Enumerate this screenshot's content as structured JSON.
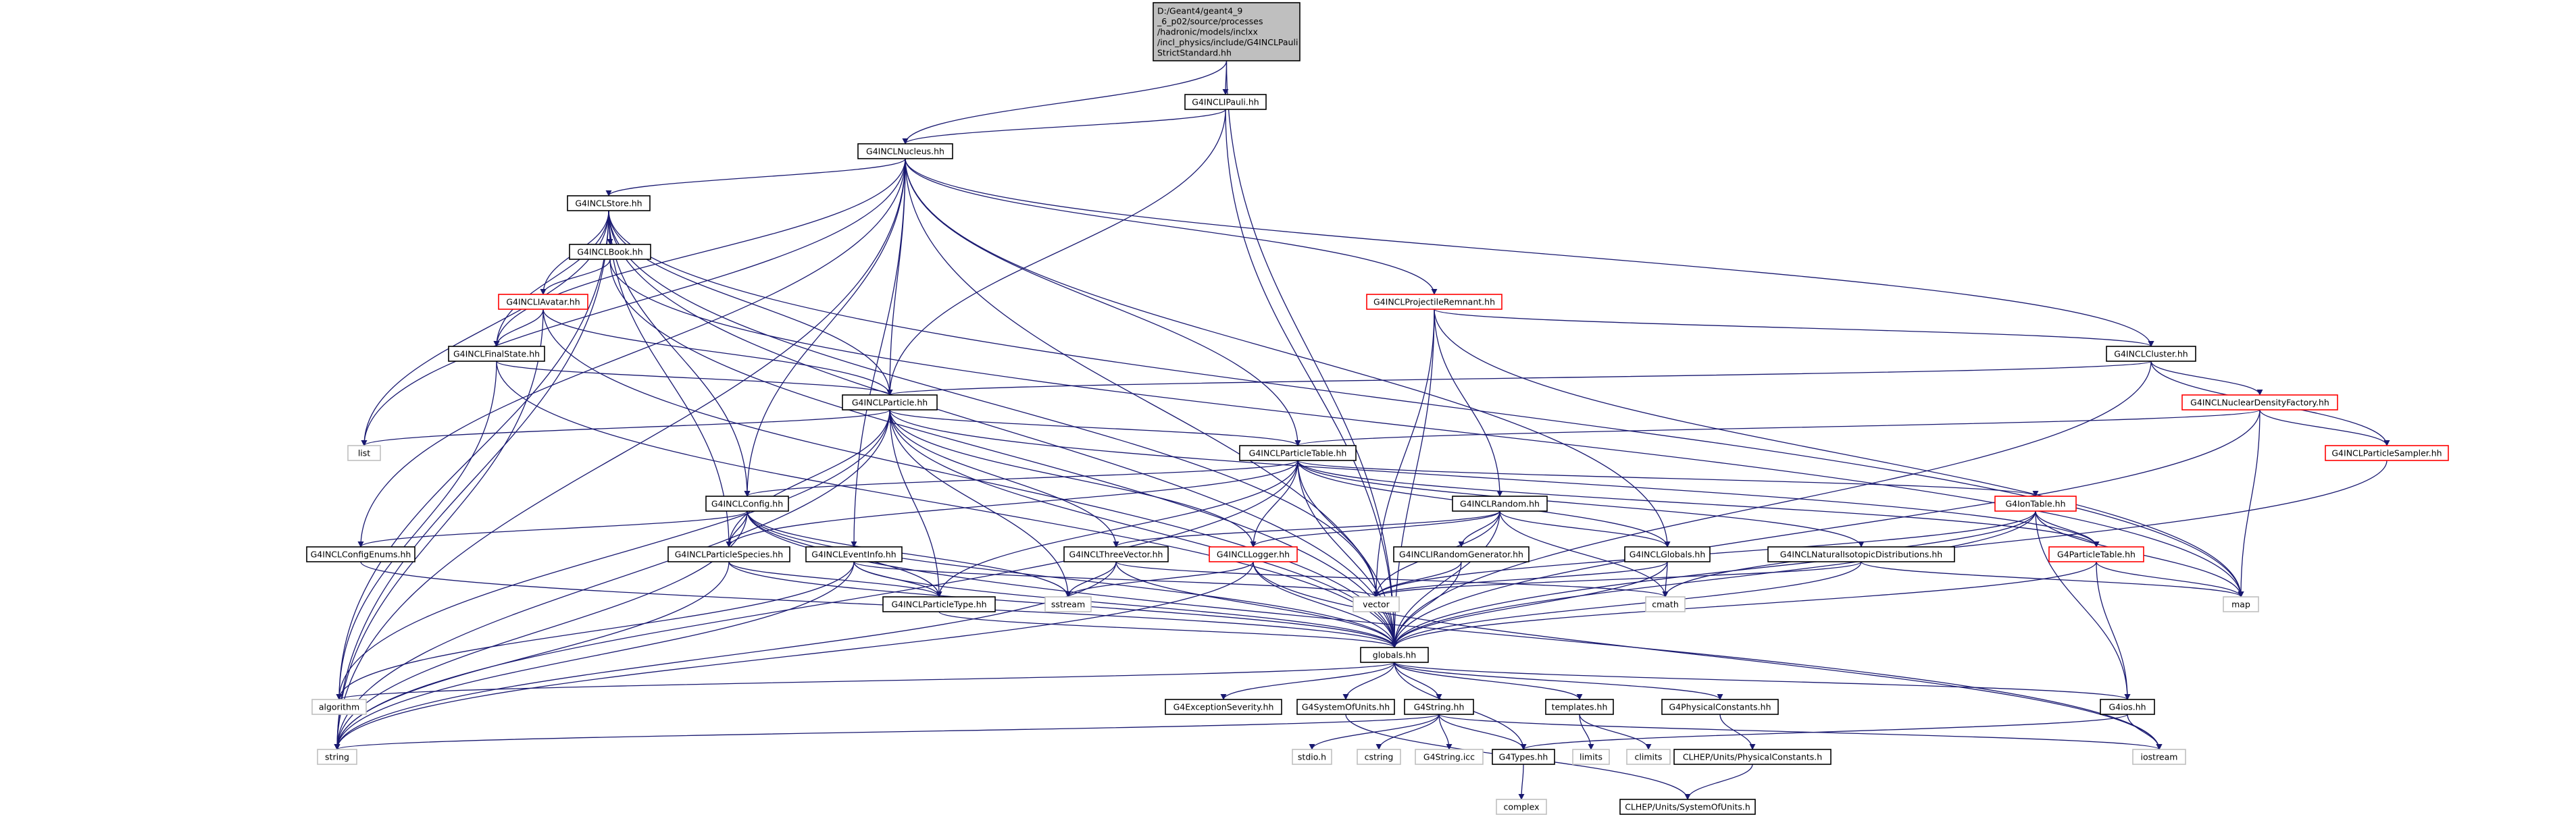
{
  "colors": {
    "edge": "#191970",
    "root_fill": "#bfbfbf",
    "node_border": "#000000",
    "incomplete_border": "#ff0000",
    "system_border": "#bfbfbf"
  },
  "nodes": [
    {
      "id": "root",
      "lines": [
        "D:/Geant4/geant4_9",
        "_6_p02/source/processes",
        "/hadronic/models/inclxx",
        "/incl_physics/include/G4INCLPauli",
        "StrictStandard.hh"
      ],
      "style": "root"
    },
    {
      "id": "pauli",
      "lines": [
        "G4INCLIPauli.hh"
      ],
      "style": "normal"
    },
    {
      "id": "nucleus",
      "lines": [
        "G4INCLNucleus.hh"
      ],
      "style": "normal"
    },
    {
      "id": "store",
      "lines": [
        "G4INCLStore.hh"
      ],
      "style": "normal"
    },
    {
      "id": "book",
      "lines": [
        "G4INCLBook.hh"
      ],
      "style": "normal"
    },
    {
      "id": "iavatar",
      "lines": [
        "G4INCLIAvatar.hh"
      ],
      "style": "red"
    },
    {
      "id": "finalstate",
      "lines": [
        "G4INCLFinalState.hh"
      ],
      "style": "normal"
    },
    {
      "id": "projremnant",
      "lines": [
        "G4INCLProjectileRemnant.hh"
      ],
      "style": "red"
    },
    {
      "id": "cluster",
      "lines": [
        "G4INCLCluster.hh"
      ],
      "style": "normal"
    },
    {
      "id": "particle",
      "lines": [
        "G4INCLParticle.hh"
      ],
      "style": "normal"
    },
    {
      "id": "nucdensity",
      "lines": [
        "G4INCLNuclearDensityFactory.hh"
      ],
      "style": "red"
    },
    {
      "id": "list",
      "lines": [
        "list"
      ],
      "style": "grey"
    },
    {
      "id": "particletable",
      "lines": [
        "G4INCLParticleTable.hh"
      ],
      "style": "normal"
    },
    {
      "id": "particlesampler",
      "lines": [
        "G4INCLParticleSampler.hh"
      ],
      "style": "red"
    },
    {
      "id": "config",
      "lines": [
        "G4INCLConfig.hh"
      ],
      "style": "normal"
    },
    {
      "id": "random",
      "lines": [
        "G4INCLRandom.hh"
      ],
      "style": "normal"
    },
    {
      "id": "iontable",
      "lines": [
        "G4IonTable.hh"
      ],
      "style": "red"
    },
    {
      "id": "configenums",
      "lines": [
        "G4INCLConfigEnums.hh"
      ],
      "style": "normal"
    },
    {
      "id": "particlespecies",
      "lines": [
        "G4INCLParticleSpecies.hh"
      ],
      "style": "normal"
    },
    {
      "id": "eventinfo",
      "lines": [
        "G4INCLEventInfo.hh"
      ],
      "style": "normal"
    },
    {
      "id": "threevector",
      "lines": [
        "G4INCLThreeVector.hh"
      ],
      "style": "normal"
    },
    {
      "id": "logger",
      "lines": [
        "G4INCLLogger.hh"
      ],
      "style": "red"
    },
    {
      "id": "irandomgen",
      "lines": [
        "G4INCLIRandomGenerator.hh"
      ],
      "style": "normal"
    },
    {
      "id": "globals",
      "lines": [
        "G4INCLGlobals.hh"
      ],
      "style": "normal"
    },
    {
      "id": "natiso",
      "lines": [
        "G4INCLNaturalIsotopicDistributions.hh"
      ],
      "style": "normal"
    },
    {
      "id": "g4particletable",
      "lines": [
        "G4ParticleTable.hh"
      ],
      "style": "red"
    },
    {
      "id": "particletype",
      "lines": [
        "G4INCLParticleType.hh"
      ],
      "style": "normal"
    },
    {
      "id": "sstream",
      "lines": [
        "sstream"
      ],
      "style": "grey"
    },
    {
      "id": "vector",
      "lines": [
        "vector"
      ],
      "style": "grey"
    },
    {
      "id": "cmath",
      "lines": [
        "cmath"
      ],
      "style": "grey"
    },
    {
      "id": "map",
      "lines": [
        "map"
      ],
      "style": "grey"
    },
    {
      "id": "globalshh",
      "lines": [
        "globals.hh"
      ],
      "style": "normal"
    },
    {
      "id": "algorithm",
      "lines": [
        "algorithm"
      ],
      "style": "grey"
    },
    {
      "id": "exceptionseverity",
      "lines": [
        "G4ExceptionSeverity.hh"
      ],
      "style": "normal"
    },
    {
      "id": "systemofunits",
      "lines": [
        "G4SystemOfUnits.hh"
      ],
      "style": "normal"
    },
    {
      "id": "g4string",
      "lines": [
        "G4String.hh"
      ],
      "style": "normal"
    },
    {
      "id": "templates",
      "lines": [
        "templates.hh"
      ],
      "style": "normal"
    },
    {
      "id": "physconst",
      "lines": [
        "G4PhysicalConstants.hh"
      ],
      "style": "normal"
    },
    {
      "id": "g4ios",
      "lines": [
        "G4ios.hh"
      ],
      "style": "normal"
    },
    {
      "id": "string",
      "lines": [
        "string"
      ],
      "style": "grey"
    },
    {
      "id": "stdio",
      "lines": [
        "stdio.h"
      ],
      "style": "grey"
    },
    {
      "id": "cstring",
      "lines": [
        "cstring"
      ],
      "style": "grey"
    },
    {
      "id": "g4stringicc",
      "lines": [
        "G4String.icc"
      ],
      "style": "grey"
    },
    {
      "id": "g4types",
      "lines": [
        "G4Types.hh"
      ],
      "style": "normal"
    },
    {
      "id": "limits",
      "lines": [
        "limits"
      ],
      "style": "grey"
    },
    {
      "id": "climits",
      "lines": [
        "climits"
      ],
      "style": "grey"
    },
    {
      "id": "clhepphys",
      "lines": [
        "CLHEP/Units/PhysicalConstants.h"
      ],
      "style": "normal"
    },
    {
      "id": "iostream",
      "lines": [
        "iostream"
      ],
      "style": "grey"
    },
    {
      "id": "complex",
      "lines": [
        "complex"
      ],
      "style": "grey"
    },
    {
      "id": "clhepsys",
      "lines": [
        "CLHEP/Units/SystemOfUnits.h"
      ],
      "style": "normal"
    }
  ],
  "edges": [
    [
      "root",
      "pauli"
    ],
    [
      "root",
      "nucleus"
    ],
    [
      "root",
      "globalshh"
    ],
    [
      "pauli",
      "nucleus"
    ],
    [
      "pauli",
      "particle"
    ],
    [
      "pauli",
      "globalshh"
    ],
    [
      "nucleus",
      "store"
    ],
    [
      "nucleus",
      "particle"
    ],
    [
      "nucleus",
      "projremnant"
    ],
    [
      "nucleus",
      "cluster"
    ],
    [
      "nucleus",
      "finalstate"
    ],
    [
      "nucleus",
      "particletable"
    ],
    [
      "nucleus",
      "config"
    ],
    [
      "nucleus",
      "configenums"
    ],
    [
      "nucleus",
      "eventinfo"
    ],
    [
      "nucleus",
      "globals"
    ],
    [
      "nucleus",
      "list"
    ],
    [
      "nucleus",
      "string"
    ],
    [
      "nucleus",
      "globalshh"
    ],
    [
      "store",
      "book"
    ],
    [
      "store",
      "iavatar"
    ],
    [
      "store",
      "finalstate"
    ],
    [
      "store",
      "particle"
    ],
    [
      "store",
      "config"
    ],
    [
      "store",
      "list"
    ],
    [
      "store",
      "map"
    ],
    [
      "store",
      "vector"
    ],
    [
      "store",
      "algorithm"
    ],
    [
      "store",
      "string"
    ],
    [
      "store",
      "globalshh"
    ],
    [
      "store",
      "particlespecies"
    ],
    [
      "book",
      "iavatar"
    ],
    [
      "book",
      "map"
    ],
    [
      "book",
      "globalshh"
    ],
    [
      "iavatar",
      "finalstate"
    ],
    [
      "iavatar",
      "particle"
    ],
    [
      "iavatar",
      "globalshh"
    ],
    [
      "iavatar",
      "string"
    ],
    [
      "finalstate",
      "particle"
    ],
    [
      "finalstate",
      "globalshh"
    ],
    [
      "finalstate",
      "algorithm"
    ],
    [
      "projremnant",
      "random"
    ],
    [
      "projremnant",
      "cluster"
    ],
    [
      "projremnant",
      "vector"
    ],
    [
      "projremnant",
      "map"
    ],
    [
      "projremnant",
      "globalshh"
    ],
    [
      "cluster",
      "particle"
    ],
    [
      "cluster",
      "nucdensity"
    ],
    [
      "cluster",
      "particlesampler"
    ],
    [
      "cluster",
      "globalshh"
    ],
    [
      "particle",
      "list"
    ],
    [
      "particle",
      "particletable"
    ],
    [
      "particle",
      "threevector"
    ],
    [
      "particle",
      "particletype"
    ],
    [
      "particle",
      "particlespecies"
    ],
    [
      "particle",
      "logger"
    ],
    [
      "particle",
      "sstream"
    ],
    [
      "particle",
      "globalshh"
    ],
    [
      "particle",
      "string"
    ],
    [
      "particle",
      "algorithm"
    ],
    [
      "particle",
      "g4particletable"
    ],
    [
      "nucdensity",
      "particletable"
    ],
    [
      "nucdensity",
      "particlesampler"
    ],
    [
      "nucdensity",
      "map"
    ],
    [
      "nucdensity",
      "globalshh"
    ],
    [
      "particlesampler",
      "globalshh"
    ],
    [
      "particletable",
      "config"
    ],
    [
      "particletable",
      "particletype"
    ],
    [
      "particletable",
      "particlespecies"
    ],
    [
      "particletable",
      "logger"
    ],
    [
      "particletable",
      "globals"
    ],
    [
      "particletable",
      "natiso"
    ],
    [
      "particletable",
      "iontable"
    ],
    [
      "particletable",
      "g4particletable"
    ],
    [
      "particletable",
      "vector"
    ],
    [
      "particletable",
      "string"
    ],
    [
      "particletable",
      "globalshh"
    ],
    [
      "config",
      "configenums"
    ],
    [
      "config",
      "particlespecies"
    ],
    [
      "config",
      "particletype"
    ],
    [
      "config",
      "iostream"
    ],
    [
      "config",
      "sstream"
    ],
    [
      "config",
      "string"
    ],
    [
      "config",
      "globalshh"
    ],
    [
      "random",
      "irandomgen"
    ],
    [
      "random",
      "threevector"
    ],
    [
      "random",
      "logger"
    ],
    [
      "random",
      "globals"
    ],
    [
      "random",
      "vector"
    ],
    [
      "random",
      "cmath"
    ],
    [
      "random",
      "globalshh"
    ],
    [
      "iontable",
      "g4particletable"
    ],
    [
      "iontable",
      "vector"
    ],
    [
      "iontable",
      "cmath"
    ],
    [
      "iontable",
      "map"
    ],
    [
      "iontable",
      "g4ios"
    ],
    [
      "iontable",
      "globalshh"
    ],
    [
      "configenums",
      "globalshh"
    ],
    [
      "particlespecies",
      "particletype"
    ],
    [
      "particlespecies",
      "string"
    ],
    [
      "particlespecies",
      "globalshh"
    ],
    [
      "eventinfo",
      "particletype"
    ],
    [
      "eventinfo",
      "string"
    ],
    [
      "eventinfo",
      "algorithm"
    ],
    [
      "eventinfo",
      "globalshh"
    ],
    [
      "eventinfo",
      "vector"
    ],
    [
      "threevector",
      "sstream"
    ],
    [
      "threevector",
      "string"
    ],
    [
      "threevector",
      "cmath"
    ],
    [
      "threevector",
      "globalshh"
    ],
    [
      "logger",
      "sstream"
    ],
    [
      "logger",
      "string"
    ],
    [
      "logger",
      "iostream"
    ],
    [
      "logger",
      "globalshh"
    ],
    [
      "irandomgen",
      "vector"
    ],
    [
      "irandomgen",
      "globalshh"
    ],
    [
      "globals",
      "vector"
    ],
    [
      "globals",
      "cmath"
    ],
    [
      "globals",
      "globalshh"
    ],
    [
      "natiso",
      "vector"
    ],
    [
      "natiso",
      "map"
    ],
    [
      "natiso",
      "globalshh"
    ],
    [
      "g4particletable",
      "map"
    ],
    [
      "g4particletable",
      "g4ios"
    ],
    [
      "g4particletable",
      "globalshh"
    ],
    [
      "particletype",
      "globalshh"
    ],
    [
      "globalshh",
      "algorithm"
    ],
    [
      "globalshh",
      "exceptionseverity"
    ],
    [
      "globalshh",
      "systemofunits"
    ],
    [
      "globalshh",
      "g4string"
    ],
    [
      "globalshh",
      "templates"
    ],
    [
      "globalshh",
      "physconst"
    ],
    [
      "globalshh",
      "g4ios"
    ],
    [
      "globalshh",
      "g4types"
    ],
    [
      "systemofunits",
      "clhepsys"
    ],
    [
      "physconst",
      "clhepphys"
    ],
    [
      "clhepphys",
      "clhepsys"
    ],
    [
      "g4string",
      "stdio"
    ],
    [
      "g4string",
      "cstring"
    ],
    [
      "g4string",
      "g4stringicc"
    ],
    [
      "g4string",
      "g4types"
    ],
    [
      "g4string",
      "string"
    ],
    [
      "g4string",
      "iostream"
    ],
    [
      "templates",
      "limits"
    ],
    [
      "templates",
      "climits"
    ],
    [
      "g4ios",
      "g4types"
    ],
    [
      "g4ios",
      "iostream"
    ],
    [
      "g4types",
      "complex"
    ]
  ]
}
